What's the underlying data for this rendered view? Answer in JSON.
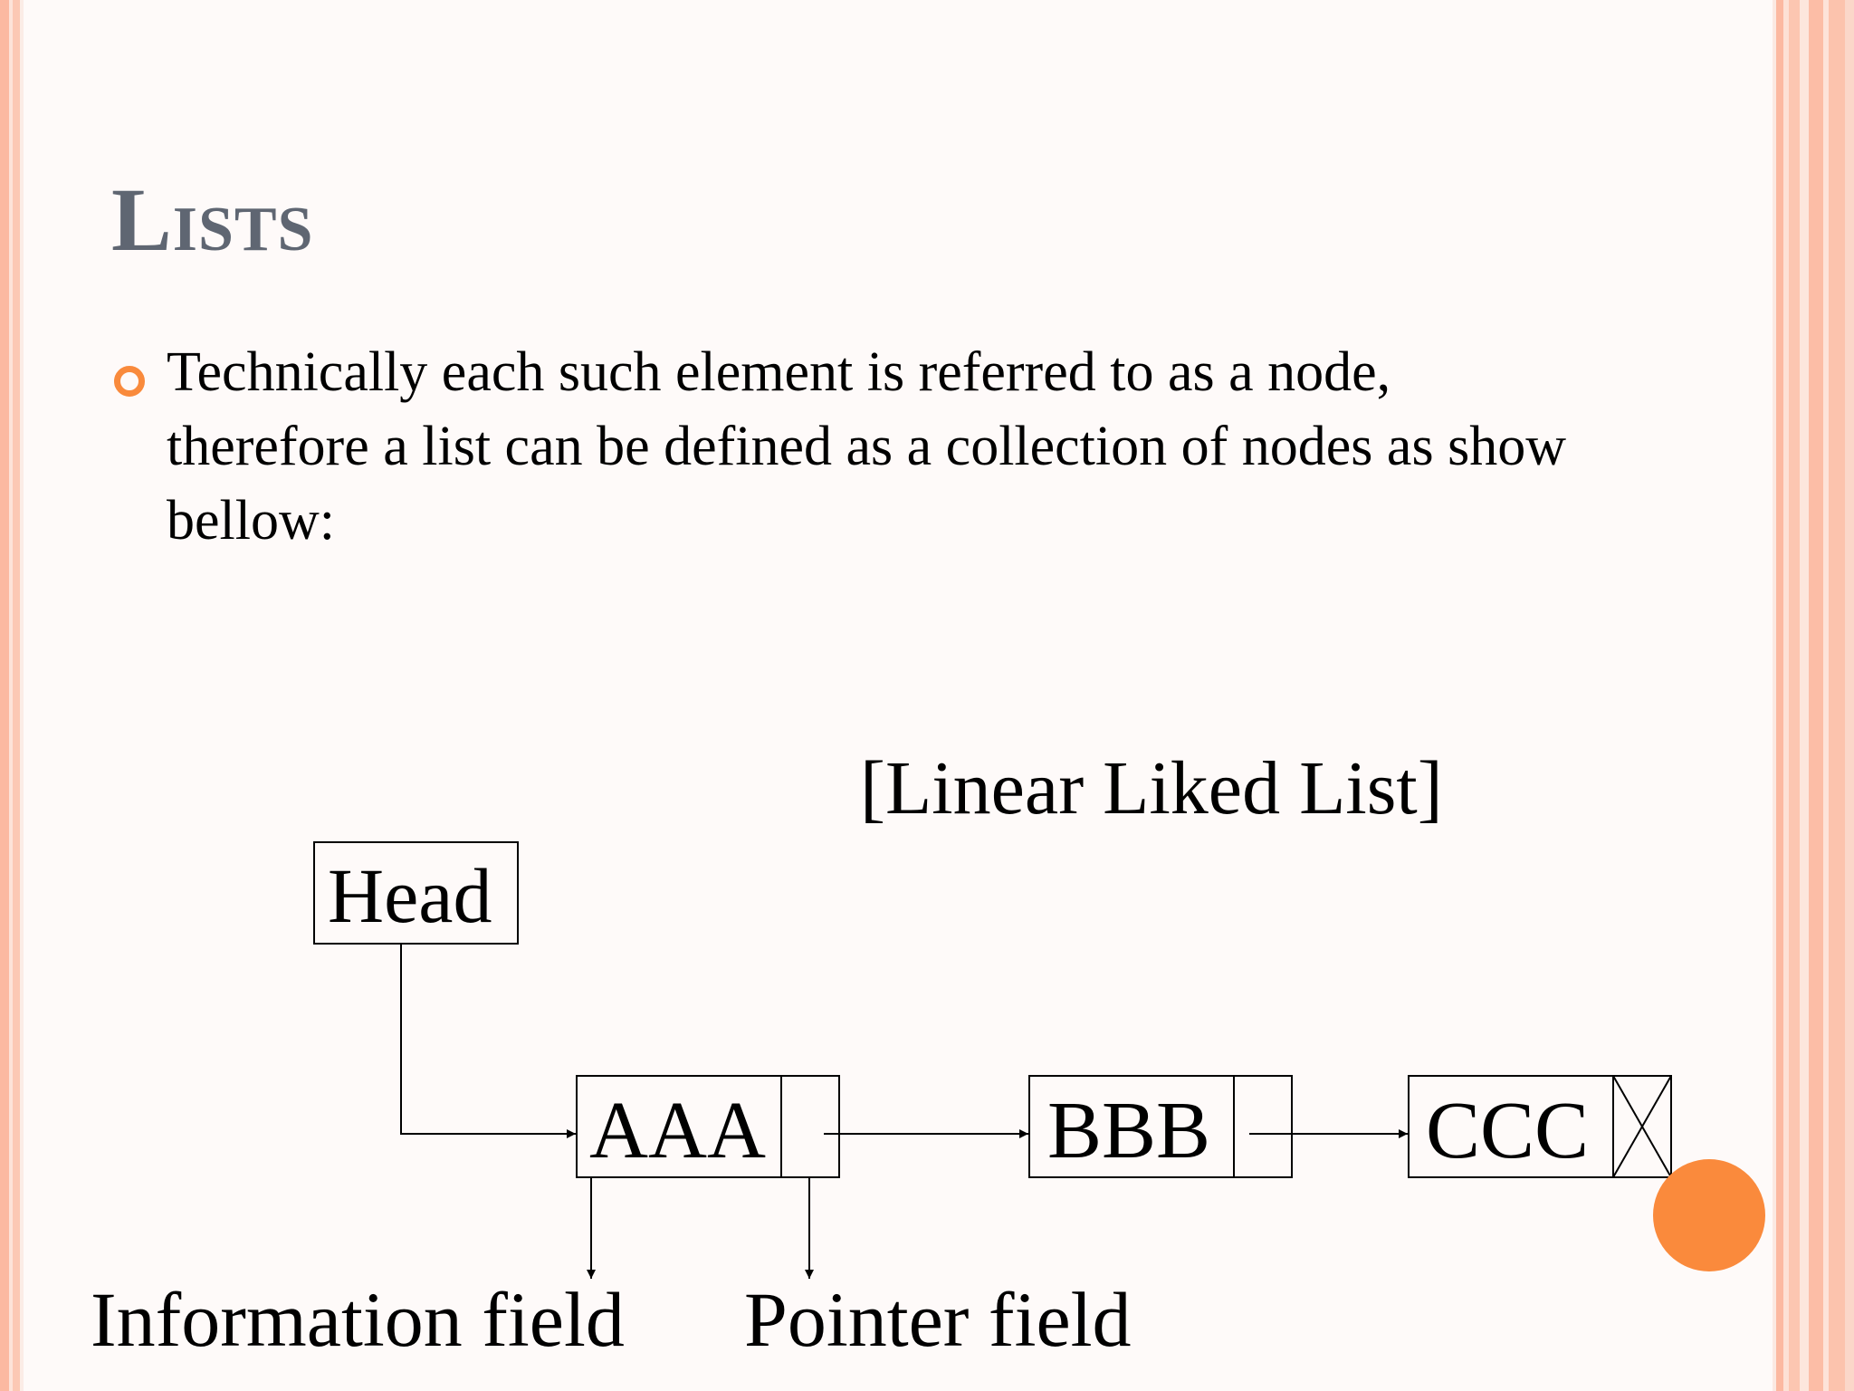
{
  "slide": {
    "title": "Lists",
    "bullet": "Technically each such element is referred to as a node, therefore a list can be defined as a collection of nodes as show bellow:"
  },
  "diagram": {
    "caption": "[Linear Liked List]",
    "head_label": "Head",
    "nodes": [
      "AAA",
      "BBB",
      "CCC"
    ],
    "info_field_label": "Information field",
    "pointer_field_label": "Pointer field"
  },
  "colors": {
    "title": "#5f6672",
    "accent": "#f98a3c",
    "border": "#fcb9a1"
  }
}
